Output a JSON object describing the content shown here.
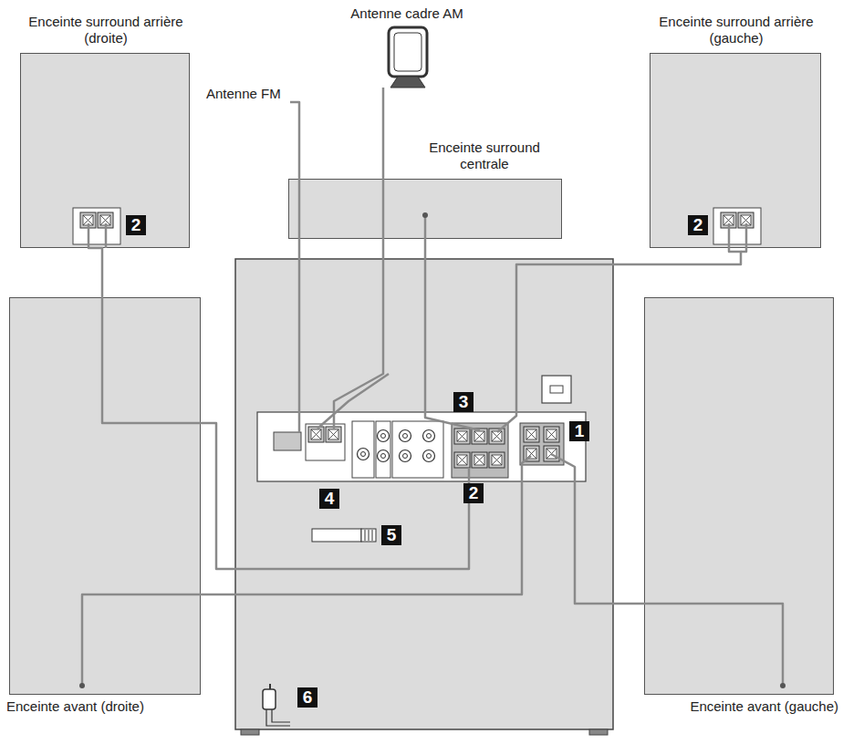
{
  "diagram": {
    "nodes": [
      {
        "text": [
          "Enceinte surround arrière (droite)"
        ]
      },
      {
        "text": [
          "Enceinte surround arrière (gauche)"
        ]
      },
      {
        "text": [
          "Enceinte surround centrale"
        ]
      },
      {
        "text": [
          "Enceinte avant (droite)"
        ]
      },
      {
        "text": [
          "Enceinte avant (gauche)"
        ]
      }
    ],
    "labels": [
      "Antenne cadre AM",
      "Antenne FM",
      "2",
      "2",
      "1",
      "3",
      "2",
      "4",
      "5",
      "6"
    ]
  }
}
